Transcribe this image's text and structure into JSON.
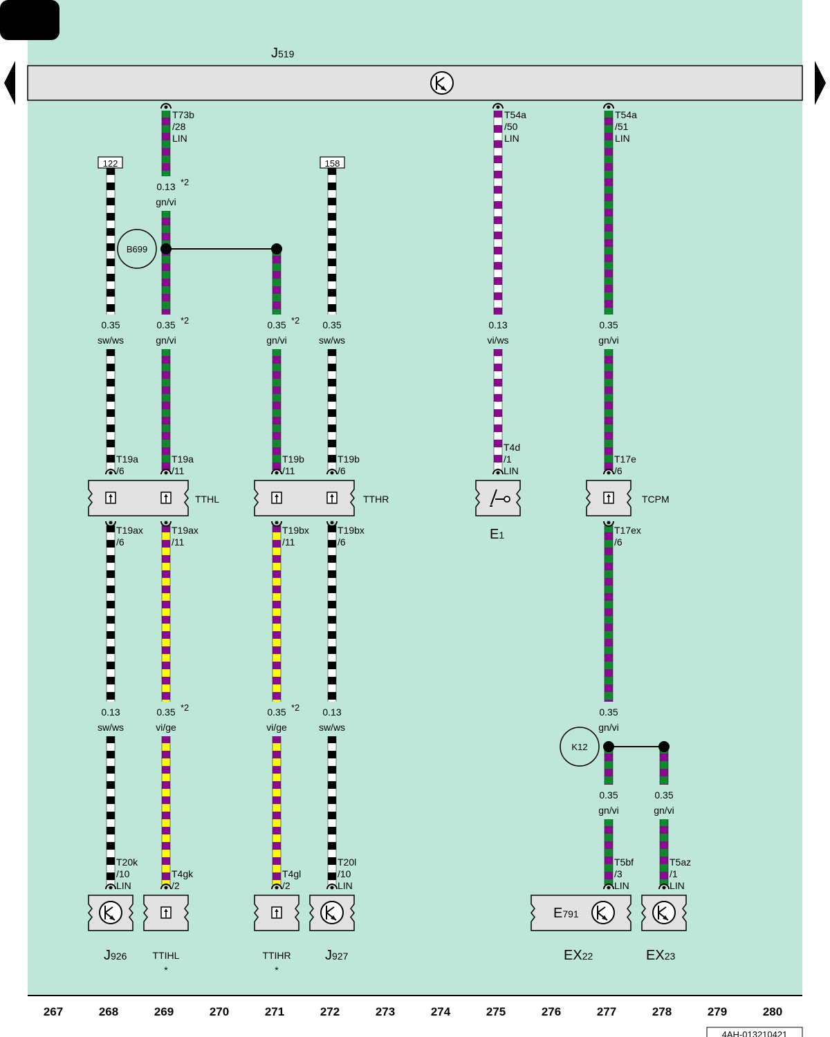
{
  "colors": {
    "background": "#bee6d9",
    "component_fill": "#e2e2e2",
    "green": "#0d8a2d",
    "violet": "#8a0a8f",
    "yellow": "#ffff00",
    "black": "#000000",
    "white": "#ffffff"
  },
  "header": {
    "control_unit": "J519",
    "control_unit_prefix": "J",
    "control_unit_suffix": "519"
  },
  "nav": {
    "prev_icon": "triangle-left",
    "next_icon": "triangle-right"
  },
  "columns": [
    "267",
    "268",
    "269",
    "270",
    "271",
    "272",
    "273",
    "274",
    "275",
    "276",
    "277",
    "278",
    "279",
    "280"
  ],
  "top_connectors": [
    {
      "lines": [
        "T73b",
        "/28",
        "LIN"
      ]
    },
    {
      "lines": [
        "T54a",
        "/50",
        "LIN"
      ]
    },
    {
      "lines": [
        "T54a",
        "/51",
        "LIN"
      ]
    }
  ],
  "refs": [
    "122",
    "158"
  ],
  "junctions": [
    "B699",
    "K12"
  ],
  "wire_labels": [
    {
      "size": "0.13",
      "color": "gn/vi",
      "note": "*2"
    },
    {
      "size": "0.35",
      "color": "sw/ws",
      "note": ""
    },
    {
      "size": "0.35",
      "color": "gn/vi",
      "note": "*2"
    },
    {
      "size": "0.35",
      "color": "gn/vi",
      "note": "*2"
    },
    {
      "size": "0.35",
      "color": "sw/ws",
      "note": ""
    },
    {
      "size": "0.13",
      "color": "vi/ws",
      "note": ""
    },
    {
      "size": "0.35",
      "color": "gn/vi",
      "note": ""
    },
    {
      "size": "0.13",
      "color": "sw/ws",
      "note": ""
    },
    {
      "size": "0.35",
      "color": "vi/ge",
      "note": "*2"
    },
    {
      "size": "0.35",
      "color": "vi/ge",
      "note": "*2"
    },
    {
      "size": "0.13",
      "color": "sw/ws",
      "note": ""
    },
    {
      "size": "0.35",
      "color": "gn/vi",
      "note": ""
    },
    {
      "size": "0.35",
      "color": "gn/vi",
      "note": ""
    },
    {
      "size": "0.35",
      "color": "gn/vi",
      "note": ""
    }
  ],
  "mid_connectors": [
    {
      "lines": [
        "T19a",
        "/6"
      ]
    },
    {
      "lines": [
        "T19a",
        "/11"
      ]
    },
    {
      "lines": [
        "T19b",
        "/11"
      ]
    },
    {
      "lines": [
        "T19b",
        "/6"
      ]
    },
    {
      "lines": [
        "T4d",
        "/1",
        "LIN"
      ]
    },
    {
      "lines": [
        "T17e",
        "/6"
      ]
    }
  ],
  "mid_components": [
    {
      "name": "TTHL",
      "icon": "connector-pin-icon"
    },
    {
      "name": "TTHR",
      "icon": "connector-pin-icon"
    },
    {
      "name": "E1",
      "prefix": "E",
      "suffix": "1",
      "icon": "switch-icon"
    },
    {
      "name": "TCPM",
      "icon": "connector-pin-icon"
    }
  ],
  "lower_connectors": [
    {
      "lines": [
        "T19ax",
        "/6"
      ]
    },
    {
      "lines": [
        "T19ax",
        "/11"
      ]
    },
    {
      "lines": [
        "T19bx",
        "/11"
      ]
    },
    {
      "lines": [
        "T19bx",
        "/6"
      ]
    },
    {
      "lines": [
        "T17ex",
        "/6"
      ]
    }
  ],
  "bottom_connectors": [
    {
      "lines": [
        "T20k",
        "/10",
        "LIN"
      ]
    },
    {
      "lines": [
        "T4gk",
        "/2"
      ]
    },
    {
      "lines": [
        "T4gl",
        "/2"
      ]
    },
    {
      "lines": [
        "T20l",
        "/10",
        "LIN"
      ]
    },
    {
      "lines": [
        "T5bf",
        "/3",
        "LIN"
      ]
    },
    {
      "lines": [
        "T5az",
        "/1",
        "LIN"
      ]
    }
  ],
  "bottom_components": [
    {
      "name": "J926",
      "prefix": "J",
      "suffix": "926",
      "icon": "control-unit-icon",
      "note": ""
    },
    {
      "name": "TTIHL",
      "icon": "connector-pin-icon",
      "note": "*"
    },
    {
      "name": "TTIHR",
      "icon": "connector-pin-icon",
      "note": "*"
    },
    {
      "name": "J927",
      "prefix": "J",
      "suffix": "927",
      "icon": "control-unit-icon",
      "note": ""
    },
    {
      "name": "EX22",
      "prefix": "EX",
      "suffix": "22",
      "inner_prefix": "E",
      "inner_suffix": "791",
      "icon": "control-unit-icon",
      "note": ""
    },
    {
      "name": "EX23",
      "prefix": "EX",
      "suffix": "23",
      "icon": "control-unit-icon",
      "note": ""
    }
  ],
  "doc_code": "4AH-013210421"
}
